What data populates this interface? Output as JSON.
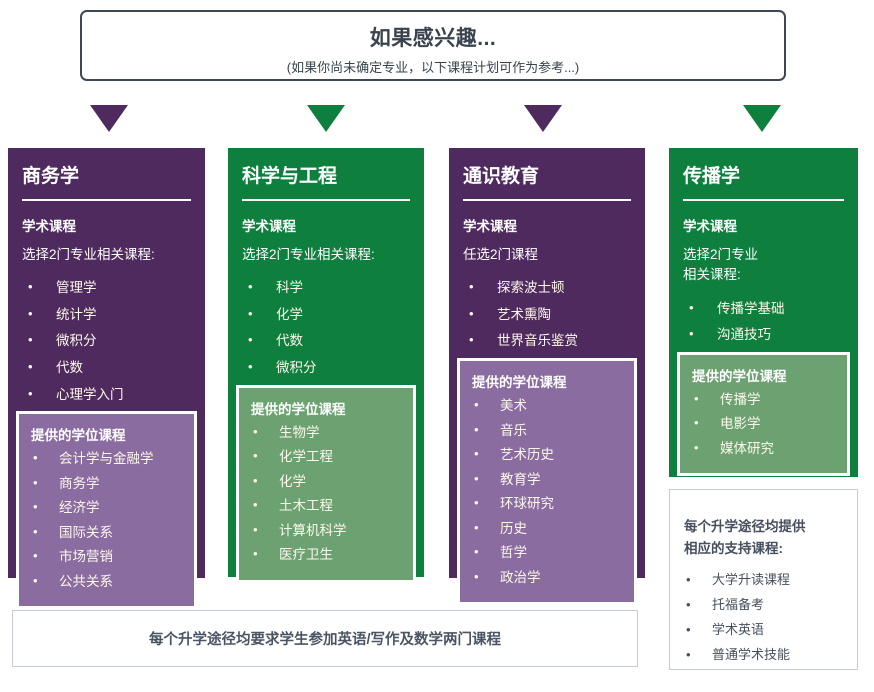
{
  "header": {
    "title": "如果感兴趣...",
    "subtitle": "(如果你尚未确定专业，以下课程计划可作为参考...)"
  },
  "colors": {
    "purple": "#4F2A5E",
    "purple_light": "#8A6CA0",
    "green": "#0F7F3E",
    "green_light": "#6CA271",
    "header_border": "#3E4754",
    "box_border": "#C7CDD5",
    "slate_text": "#46505E"
  },
  "arrows": [
    {
      "name": "arrow-business",
      "color": "purple"
    },
    {
      "name": "arrow-science",
      "color": "green"
    },
    {
      "name": "arrow-general",
      "color": "purple"
    },
    {
      "name": "arrow-communication",
      "color": "green"
    }
  ],
  "columns": [
    {
      "title": "商务学",
      "theme": "purple",
      "section_label": "学术课程",
      "instruction": "选择2门专业相关课程:",
      "courses": [
        "管理学",
        "统计学",
        "微积分",
        "代数",
        "心理学入门"
      ],
      "degree_title": "提供的学位课程",
      "degrees": [
        "会计学与金融学",
        "商务学",
        "经济学",
        "国际关系",
        "市场营销",
        "公共关系"
      ]
    },
    {
      "title": "科学与工程",
      "theme": "green",
      "section_label": "学术课程",
      "instruction": "选择2门专业相关课程:",
      "courses": [
        "科学",
        "化学",
        "代数",
        "微积分"
      ],
      "degree_title": "提供的学位课程",
      "degrees": [
        "生物学",
        "化学工程",
        "化学",
        "土木工程",
        "计算机科学",
        "医疗卫生"
      ]
    },
    {
      "title": "通识教育",
      "theme": "purple",
      "section_label": "学术课程",
      "instruction": "任选2门课程",
      "courses": [
        "探索波士顿",
        "艺术熏陶",
        "世界音乐鉴赏"
      ],
      "degree_title": "提供的学位课程",
      "degrees": [
        "美术",
        "音乐",
        "艺术历史",
        "教育学",
        "环球研究",
        "历史",
        "哲学",
        "政治学"
      ]
    },
    {
      "title": "传播学",
      "theme": "green",
      "section_label": "学术课程",
      "instruction": "选择2门专业\n相关课程:",
      "courses": [
        "传播学基础",
        "沟通技巧"
      ],
      "degree_title": "提供的学位课程",
      "degrees": [
        "传播学",
        "电影学",
        "媒体研究"
      ]
    }
  ],
  "support_box": {
    "heading": "每个升学途径均提供\n相应的支持课程:",
    "items": [
      "大学升读课程",
      "托福备考",
      "学术英语",
      "普通学术技能"
    ]
  },
  "note_box": {
    "text": "每个升学途径均要求学生参加英语/写作及数学两门课程"
  }
}
